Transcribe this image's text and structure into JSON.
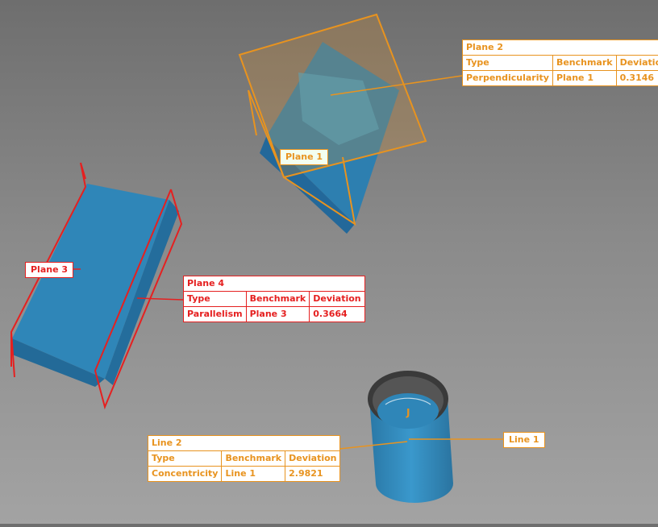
{
  "colors": {
    "orange": "#e8931f",
    "red": "#e52020",
    "part_blue": "#2f86b8"
  },
  "labels": {
    "plane1": "Plane 1",
    "plane3": "Plane 3",
    "line1": "Line 1"
  },
  "tables": {
    "plane2": {
      "title": "Plane 2",
      "headers": [
        "Type",
        "Benchmark",
        "Deviation"
      ],
      "row": [
        "Perpendicularity",
        "Plane 1",
        "0.3146"
      ]
    },
    "plane4": {
      "title": "Plane 4",
      "headers": [
        "Type",
        "Benchmark",
        "Deviation"
      ],
      "row": [
        "Parallelism",
        "Plane 3",
        "0.3664"
      ]
    },
    "line2": {
      "title": "Line 2",
      "headers": [
        "Type",
        "Benchmark",
        "Deviation"
      ],
      "row": [
        "Concentricity",
        "Line 1",
        "2.9821"
      ]
    }
  }
}
